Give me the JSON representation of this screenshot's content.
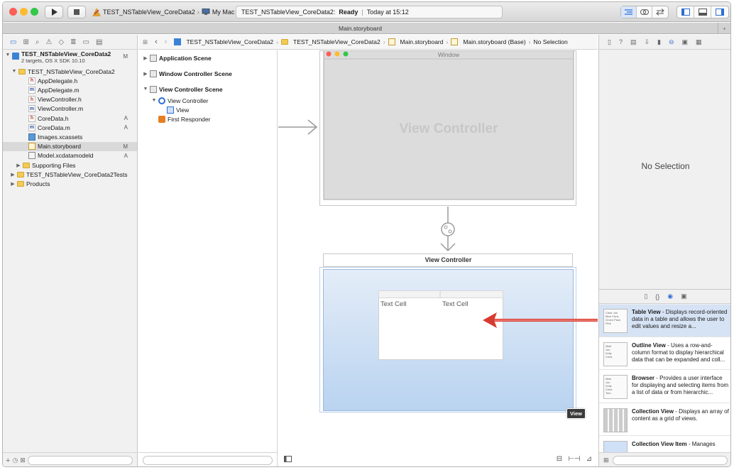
{
  "toolbar": {
    "scheme": "TEST_NSTableView_CoreData2",
    "destination": "My Mac",
    "status_project": "TEST_NSTableView_CoreData2:",
    "status_state": "Ready",
    "status_separator": "|",
    "status_time": "Today at 15:12",
    "colors": {
      "close": "#fc5f57",
      "minimize": "#fdbc2e",
      "zoom": "#33c748"
    }
  },
  "tab": {
    "title": "Main.storyboard"
  },
  "navigator": {
    "project": {
      "name": "TEST_NSTableView_CoreData2",
      "subtitle": "2 targets, OS X SDK 10.10",
      "badge": "M"
    },
    "items": [
      {
        "label": "TEST_NSTableView_CoreData2",
        "icon": "folder-icon",
        "badge": ""
      },
      {
        "label": "AppDelegate.h",
        "icon": "h",
        "badge": ""
      },
      {
        "label": "AppDelegate.m",
        "icon": "m",
        "badge": ""
      },
      {
        "label": "ViewController.h",
        "icon": "h",
        "badge": ""
      },
      {
        "label": "ViewController.m",
        "icon": "m",
        "badge": ""
      },
      {
        "label": "CoreData.h",
        "icon": "h",
        "badge": "A"
      },
      {
        "label": "CoreData.m",
        "icon": "m",
        "badge": "A"
      },
      {
        "label": "Images.xcassets",
        "icon": "assets-icon",
        "badge": ""
      },
      {
        "label": "Main.storyboard",
        "icon": "storyboard-icon",
        "badge": "M"
      },
      {
        "label": "Model.xcdatamodeld",
        "icon": "datamodel-icon",
        "badge": "A"
      },
      {
        "label": "Supporting Files",
        "icon": "folder-icon",
        "badge": ""
      },
      {
        "label": "TEST_NSTableView_CoreData2Tests",
        "icon": "folder-icon",
        "badge": ""
      },
      {
        "label": "Products",
        "icon": "folder-icon",
        "badge": ""
      }
    ]
  },
  "jumpbar": {
    "crumbs": [
      "TEST_NSTableView_CoreData2",
      "TEST_NSTableView_CoreData2",
      "Main.storyboard",
      "Main.storyboard (Base)",
      "No Selection"
    ]
  },
  "outline": {
    "scenes": [
      "Application Scene",
      "Window Controller Scene",
      "View Controller Scene"
    ],
    "view_controller": "View Controller",
    "view": "View",
    "first_responder": "First Responder"
  },
  "canvas": {
    "window_title": "Window",
    "window_placeholder": "View Controller",
    "vc_scene_title": "View Controller",
    "cell1": "Text Cell",
    "cell2": "Text Cell",
    "view_badge": "View"
  },
  "inspector": {
    "empty": "No Selection"
  },
  "library": {
    "items": [
      {
        "title": "Table View",
        "desc": " - Displays record-oriented data in a table and allows the user to edit values and resize a..."
      },
      {
        "title": "Outline View",
        "desc": " - Uses a row-and-column format to display hierarchical data that can be expanded and coll..."
      },
      {
        "title": "Browser",
        "desc": " - Provides a user interface for displaying and selecting items from a list of data or from hierarchic..."
      },
      {
        "title": "Collection View",
        "desc": " - Displays an array of content as a grid of views."
      },
      {
        "title": "Collection View Item",
        "desc": " - Manages"
      }
    ],
    "thumb_table": [
      "Clear",
      "Blue",
      "Green",
      "Pink",
      "Jon",
      "Chris",
      "Pack"
    ],
    "thumb_outline": [
      "Matt",
      "Jon",
      "Kelly",
      "Chris"
    ],
    "thumb_browser": [
      "Matt",
      "Jon",
      "Kelly",
      "Chris",
      "Tom"
    ]
  }
}
